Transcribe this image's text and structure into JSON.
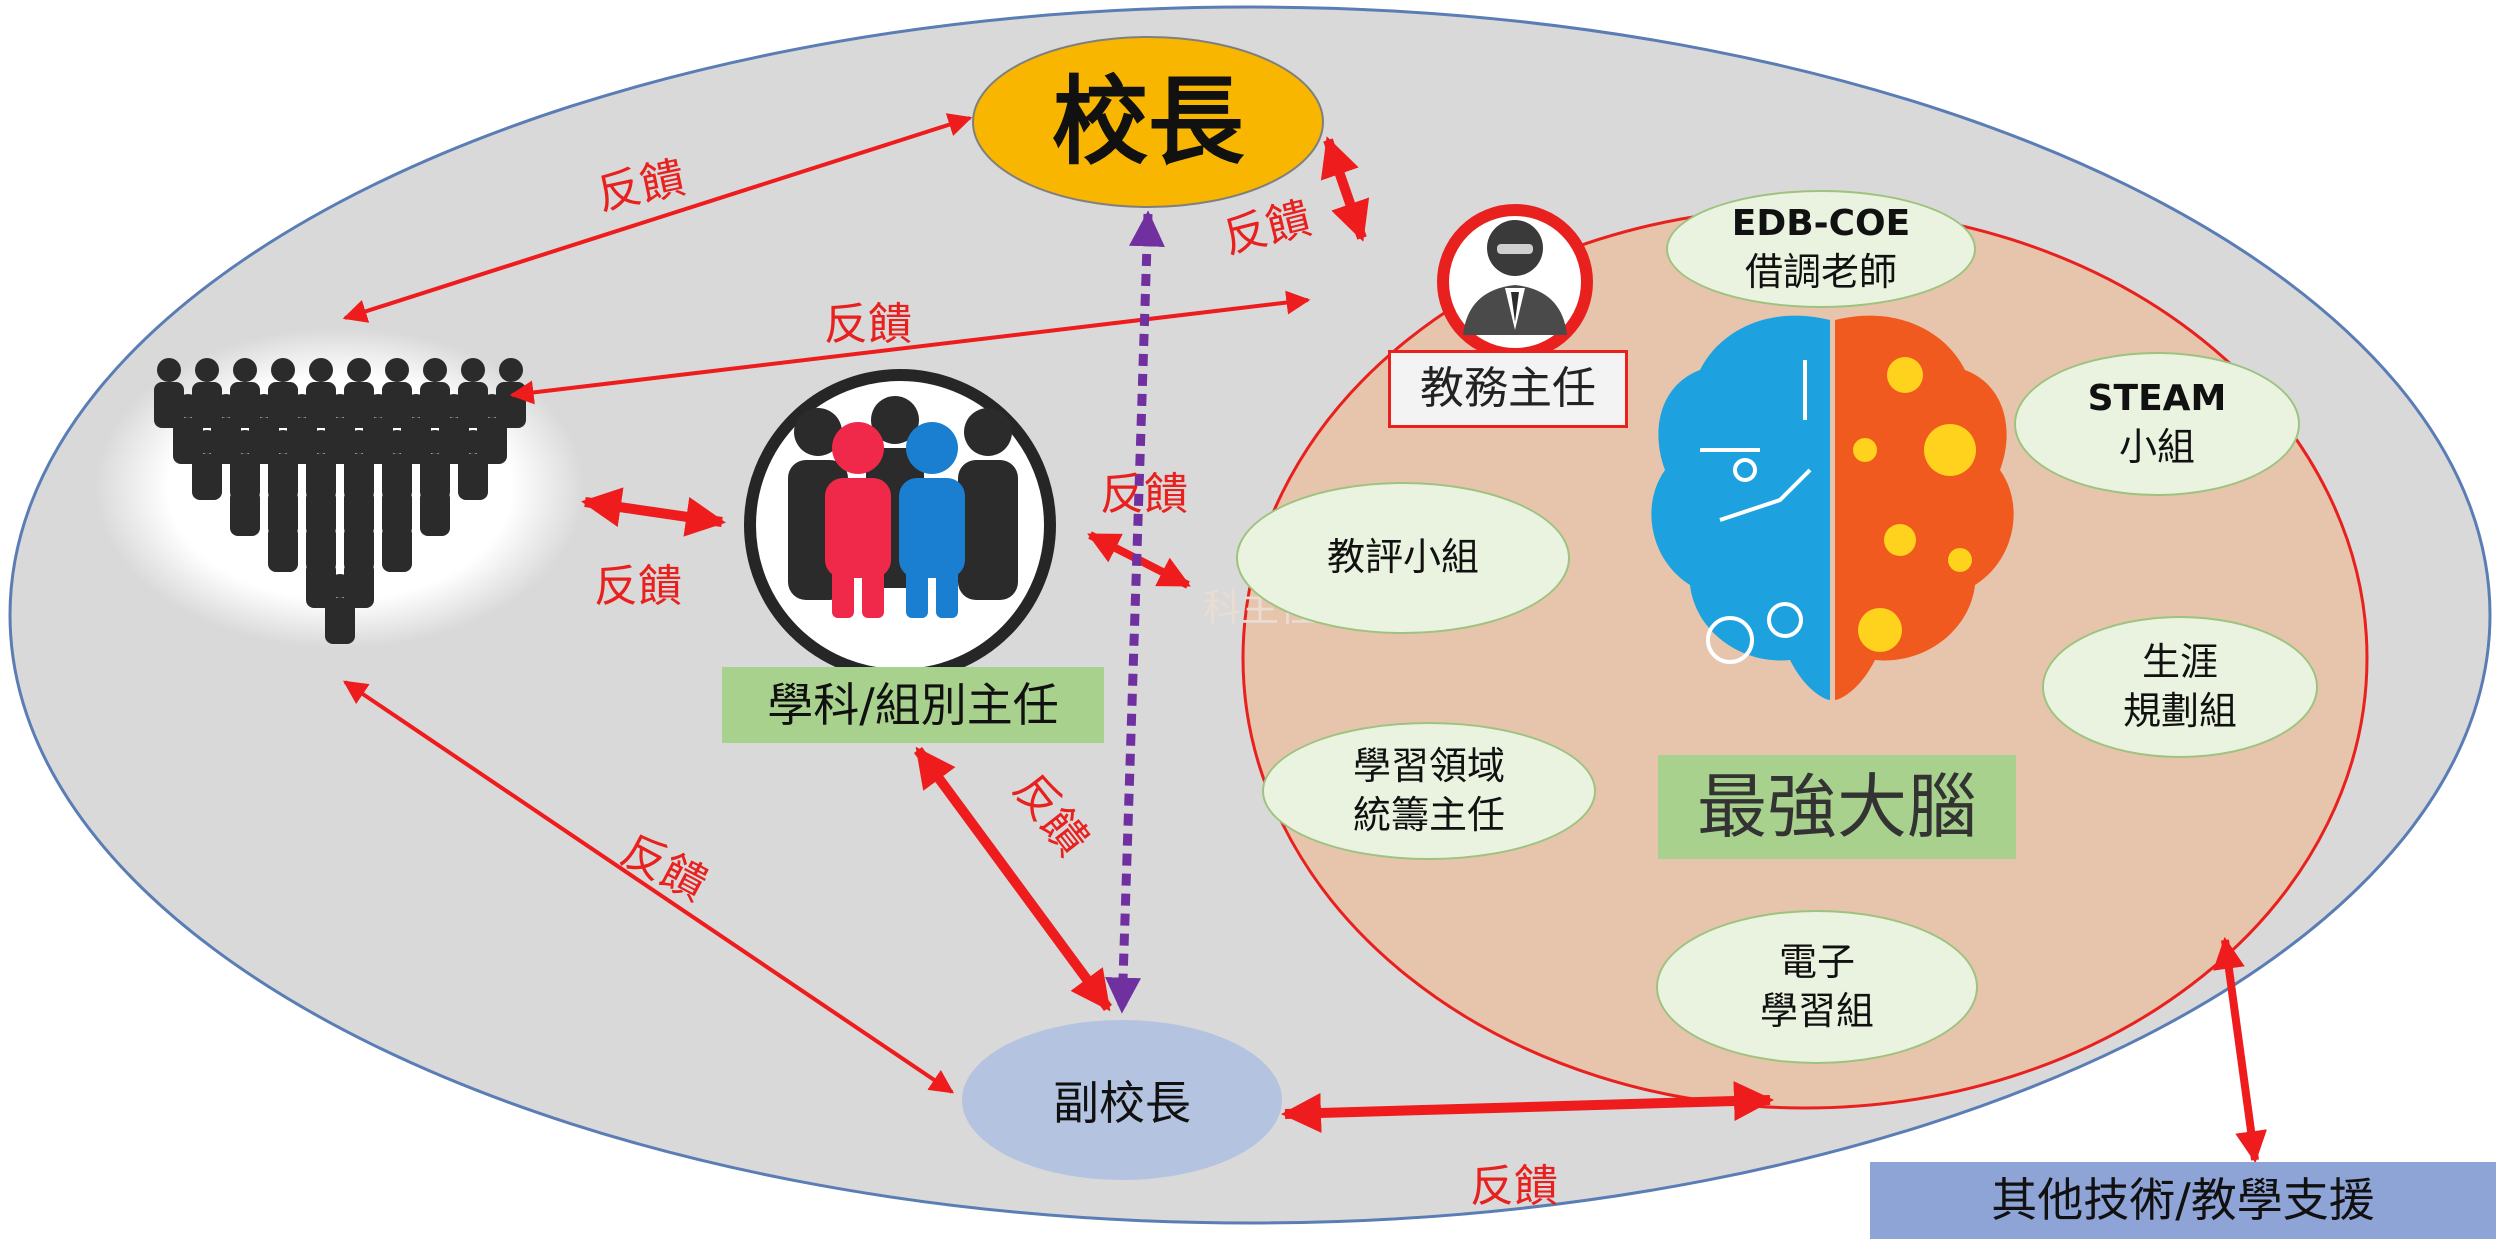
{
  "nodes": {
    "principal": "校長",
    "vice_principal": "副校長",
    "academic_dean": "教務主任",
    "subject_heads": "學科/組別主任",
    "brain_title": "最強大腦",
    "support": "其他技術/教學支援",
    "faded_text": "科主任"
  },
  "groups": {
    "edb_line1": "EDB-COE",
    "edb_line2": "借調老師",
    "steam_line1": "STEAM",
    "steam_line2": "小組",
    "evaluation": "教評小組",
    "career_line1": "生涯",
    "career_line2": "規劃組",
    "kla_line1": "學習領域",
    "kla_line2": "統籌主任",
    "elearning_line1": "電子",
    "elearning_line2": "學習組"
  },
  "feedback_label": "反饋",
  "colors": {
    "outer": "#d9d9d9",
    "brain_area": "#e6c5ac",
    "principal": "#f8b600",
    "vice_principal": "#b4c3e0",
    "arrow": "#ee1c1c",
    "dotted": "#7030a0",
    "label_box": "#a9d18e",
    "support_box": "#8fa4d6"
  }
}
